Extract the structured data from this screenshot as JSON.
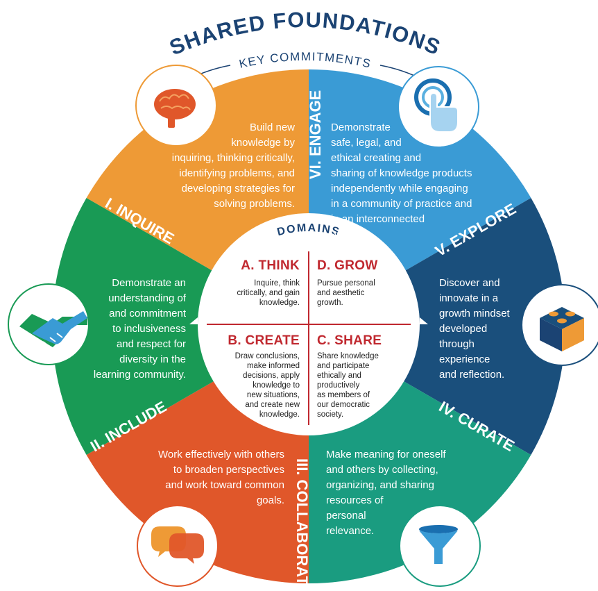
{
  "title": "SHARED FOUNDATIONS",
  "subtitle": "KEY COMMITMENTS",
  "center_label": "DOMAINS",
  "colors": {
    "inquire": "#ee9a36",
    "engage": "#3a9bd5",
    "explore": "#1a4f7c",
    "curate": "#1a9c80",
    "collaborate": "#e0572a",
    "include": "#199a55",
    "navy": "#1b4373",
    "domain_red": "#c0282f"
  },
  "segments": {
    "inquire": {
      "label": "I. INQUIRE",
      "text": "Build new\nknowledge by\ninquiring, thinking critically,\nidentifying problems, and\ndeveloping strategies for\nsolving problems.",
      "icon": "brain-icon"
    },
    "include": {
      "label": "II. INCLUDE",
      "text": "Demonstrate an\nunderstanding of\nand commitment\nto inclusiveness\nand respect for\ndiversity in the\nlearning community.",
      "icon": "handshake-icon"
    },
    "collaborate": {
      "label": "III. COLLABORATE",
      "text": "Work effectively with others\nto broaden perspectives\nand work toward common\ngoals.",
      "icon": "speech-bubbles-icon"
    },
    "curate": {
      "label": "IV. CURATE",
      "text": "Make meaning for oneself\nand others by collecting,\norganizing, and sharing\nresources of\npersonal\nrelevance.",
      "icon": "funnel-icon"
    },
    "explore": {
      "label": "V. EXPLORE",
      "text": "Discover and\ninnovate in a\ngrowth mindset\ndeveloped\nthrough\nexperience\nand reflection.",
      "icon": "building-block-icon"
    },
    "engage": {
      "label": "VI. ENGAGE",
      "text": "Demonstrate\nsafe, legal, and\nethical creating and\nsharing of knowledge products\nindependently while engaging\nin a community of practice and\nin an interconnected\nworld.",
      "icon": "touch-icon"
    }
  },
  "domains": {
    "think": {
      "title": "A. THINK",
      "text": "Inquire, think\ncritically, and gain\nknowledge."
    },
    "grow": {
      "title": "D. GROW",
      "text": "Pursue personal\nand aesthetic\ngrowth."
    },
    "create": {
      "title": "B. CREATE",
      "text": "Draw conclusions,\nmake informed\ndecisions, apply\nknowledge to\nnew situations,\nand create new\nknowledge."
    },
    "share": {
      "title": "C. SHARE",
      "text": "Share knowledge\nand participate\nethically and\nproductively\nas members of\nour democratic\nsociety."
    }
  }
}
